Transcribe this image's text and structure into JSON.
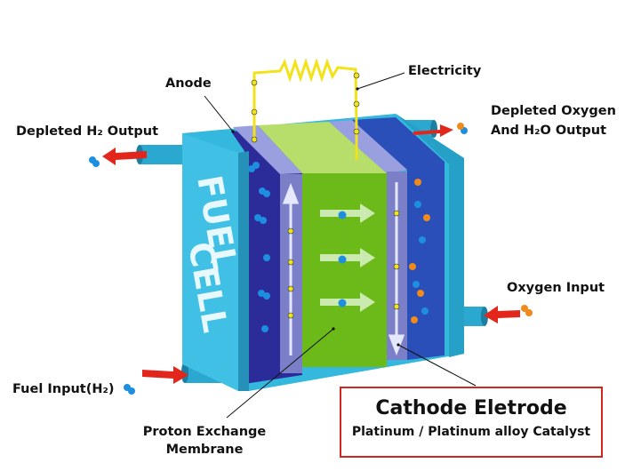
{
  "labels": {
    "anode": "Anode",
    "electricity": "Electricity",
    "depleted_h2": "Depleted H₂ Output",
    "depleted_oxygen_line1": "Depleted Oxygen",
    "depleted_oxygen_line2": "And H₂O Output",
    "oxygen_input": "Oxygen Input",
    "fuel_input": "Fuel Input(H₂)",
    "pem_line1": "Proton Exchange",
    "pem_line2": "Membrane"
  },
  "panel_text": {
    "line1": "FUEL",
    "line2": "CELL"
  },
  "cathode": {
    "title": "Cathode Eletrode",
    "subtitle": "Platinum / Platinum alloy Catalyst"
  },
  "colors": {
    "cyan": "#2fb3d9",
    "purple": "#7a7fc8",
    "green": "#6cb91a",
    "arrow": "#e3261c",
    "wire": "#f2e21a",
    "highlight_border": "#d0281e"
  }
}
